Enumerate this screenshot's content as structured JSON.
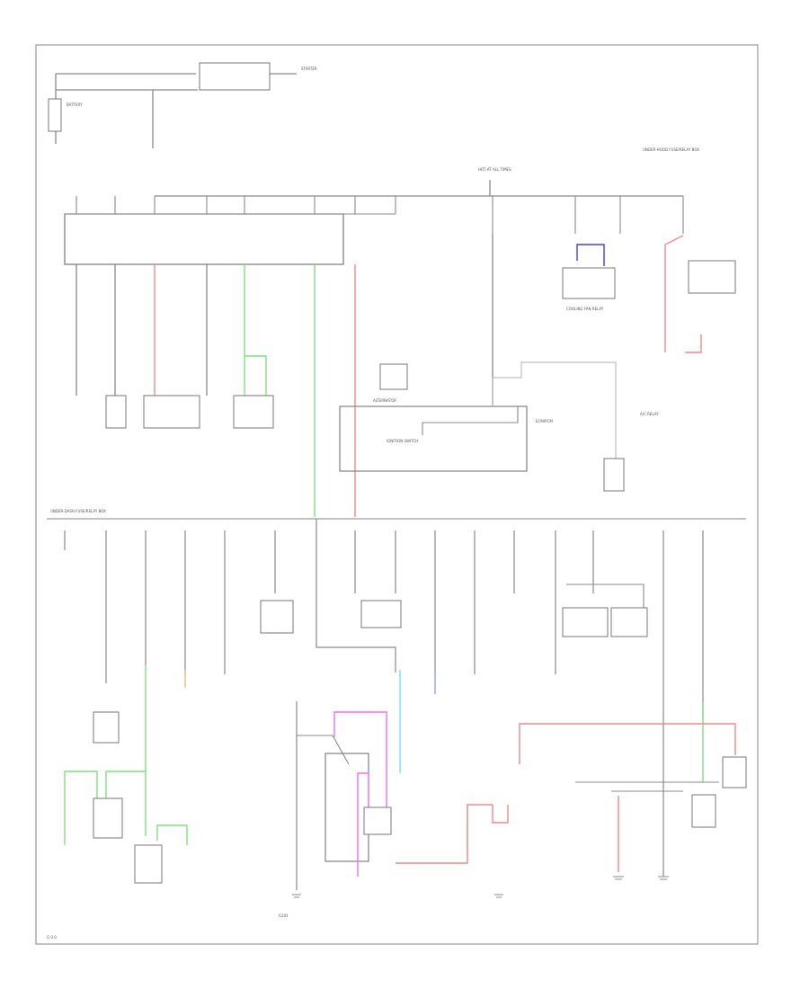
{
  "diagram": {
    "colors": {
      "black": "#8a8a8a",
      "red": "#f08a8a",
      "green": "#7ee07e",
      "blue": "#4040e0",
      "magenta": "#f070f0",
      "cyan": "#70e0f0",
      "violet": "#a0a0f0",
      "orange": "#f0c070",
      "frame": "#9a9a9a",
      "text": "#555555"
    },
    "labels": {
      "battery": "BATTERY",
      "starter": "STARTER",
      "junction_box_title": "UNDER-HOOD FUSE/RELAY BOX",
      "hot_at_all_times": "HOT AT ALL TIMES",
      "under_dash_fuse_box": "UNDER-DASH FUSE/RELAY BOX",
      "alternator": "ALTERNATOR",
      "ignition_switch": "IGNITION SWITCH",
      "engine_ecu": "ECM/PCM",
      "cooling_fan_relay": "COOLING FAN RELAY",
      "ac_relay": "A/C RELAY",
      "ground": "G101",
      "page_ref": "G 0.0"
    }
  }
}
